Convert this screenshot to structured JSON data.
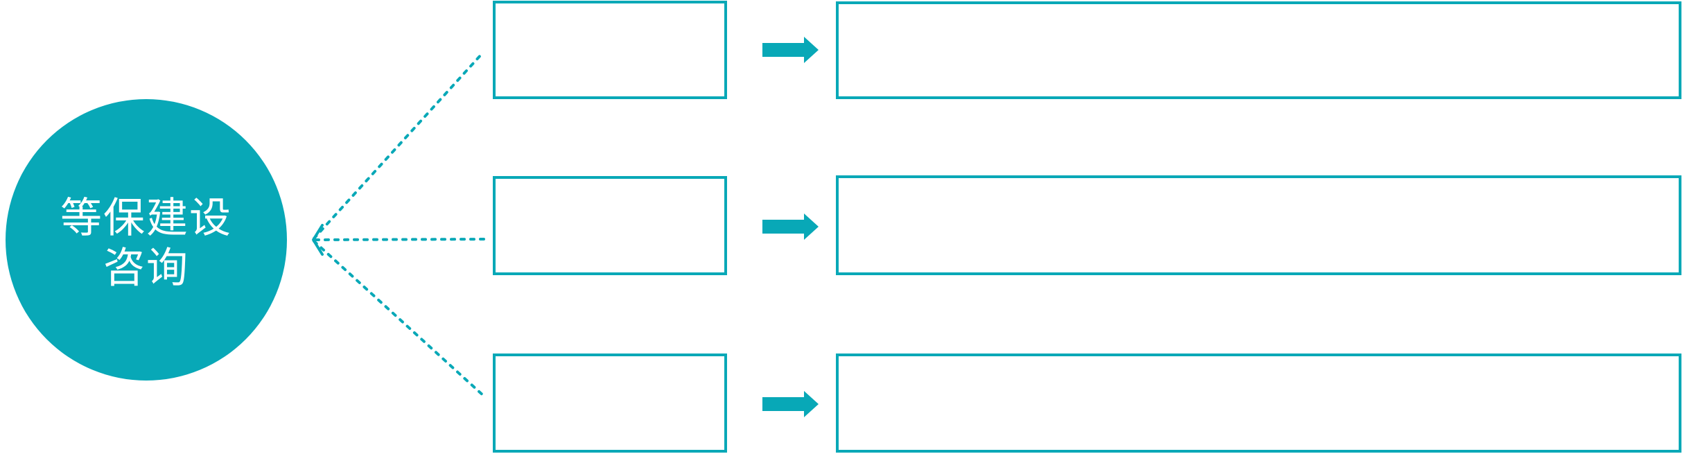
{
  "diagram": {
    "circle": {
      "label_lines": [
        "等保建设",
        "咨询"
      ]
    },
    "rows": [
      {
        "small_label": "",
        "large_label": ""
      },
      {
        "small_label": "",
        "large_label": ""
      },
      {
        "small_label": "",
        "large_label": ""
      }
    ]
  },
  "icons": {
    "flow_arrow": "right-block-arrow",
    "connector_arrowhead": "left-open-arrowhead",
    "connector_style": "dashed-line"
  },
  "colors": {
    "accent": "#08a8b7",
    "box_fill": "#ffffff",
    "circle_text": "#ffffff",
    "background": "#ffffff"
  }
}
